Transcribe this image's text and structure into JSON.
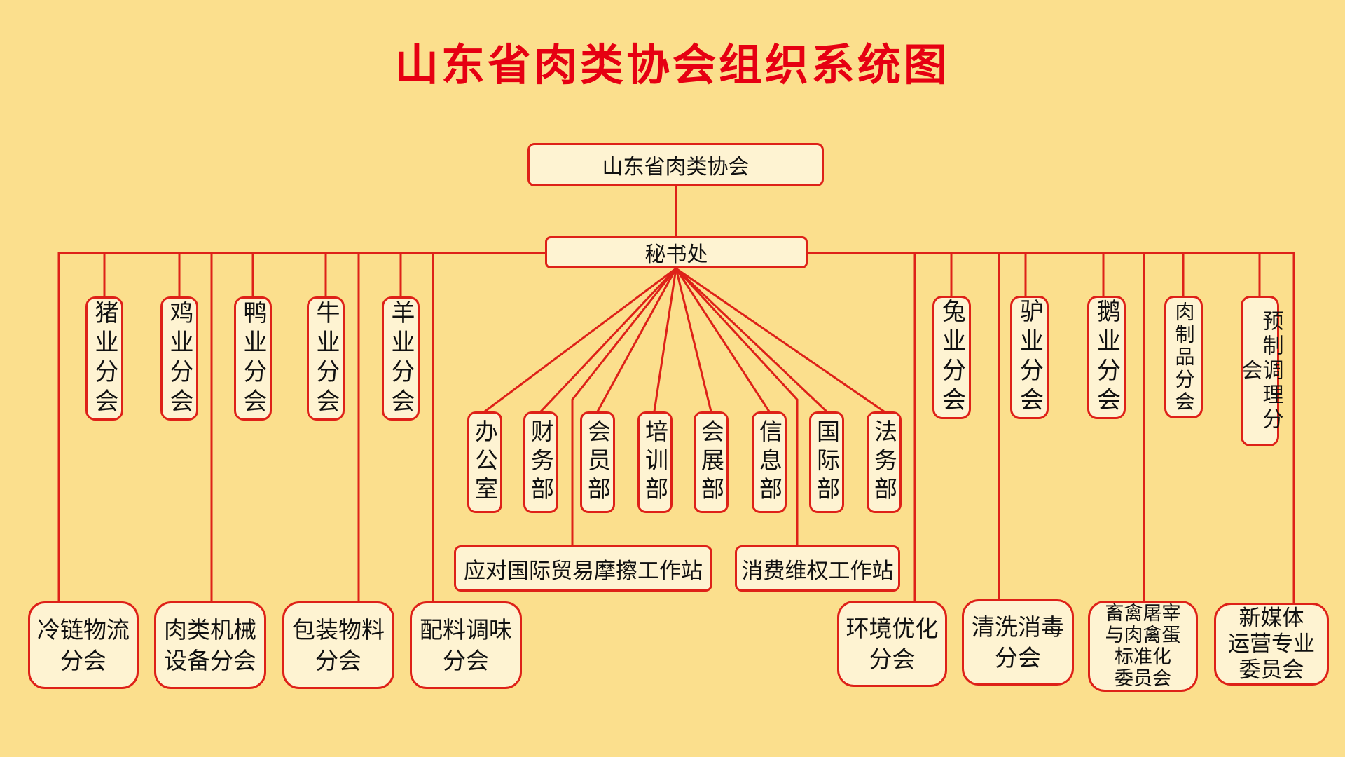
{
  "title": {
    "text": "山东省肉类协会组织系统图"
  },
  "colors": {
    "background": "#FBDF8D",
    "box_fill": "#FEF3D2",
    "line_red": "#DE2118",
    "title_red": "#E60012",
    "text_color": "#111111"
  },
  "root": {
    "label": "山东省肉类协会"
  },
  "secretariat": {
    "label": "秘书处"
  },
  "departments": [
    {
      "label": "办公室"
    },
    {
      "label": "财务部"
    },
    {
      "label": "会员部"
    },
    {
      "label": "培训部"
    },
    {
      "label": "会展部"
    },
    {
      "label": "信息部"
    },
    {
      "label": "国际部"
    },
    {
      "label": "法务部"
    }
  ],
  "workstations": [
    {
      "label": "应对国际贸易摩擦工作站"
    },
    {
      "label": "消费维权工作站"
    }
  ],
  "left_branches": [
    {
      "label": "猪业分会"
    },
    {
      "label": "鸡业分会"
    },
    {
      "label": "鸭业分会"
    },
    {
      "label": "牛业分会"
    },
    {
      "label": "羊业分会"
    }
  ],
  "right_branches": [
    {
      "label": "兔业分会"
    },
    {
      "label": "驴业分会"
    },
    {
      "label": "鹅业分会"
    },
    {
      "label": "肉制品分会"
    },
    {
      "label": "预制调理分会"
    }
  ],
  "bottom_left_branches": [
    {
      "lines": [
        "冷链物流",
        "分会"
      ]
    },
    {
      "lines": [
        "肉类机械",
        "设备分会"
      ]
    },
    {
      "lines": [
        "包装物料",
        "分会"
      ]
    },
    {
      "lines": [
        "配料调味",
        "分会"
      ]
    }
  ],
  "bottom_right_branches": [
    {
      "lines": [
        "环境优化",
        "分会"
      ]
    },
    {
      "lines": [
        "清洗消毒",
        "分会"
      ]
    },
    {
      "lines": [
        "畜禽屠宰",
        "与肉禽蛋",
        "标准化",
        "委员会"
      ]
    },
    {
      "lines": [
        "新媒体",
        "运营专业",
        "委员会"
      ]
    }
  ]
}
